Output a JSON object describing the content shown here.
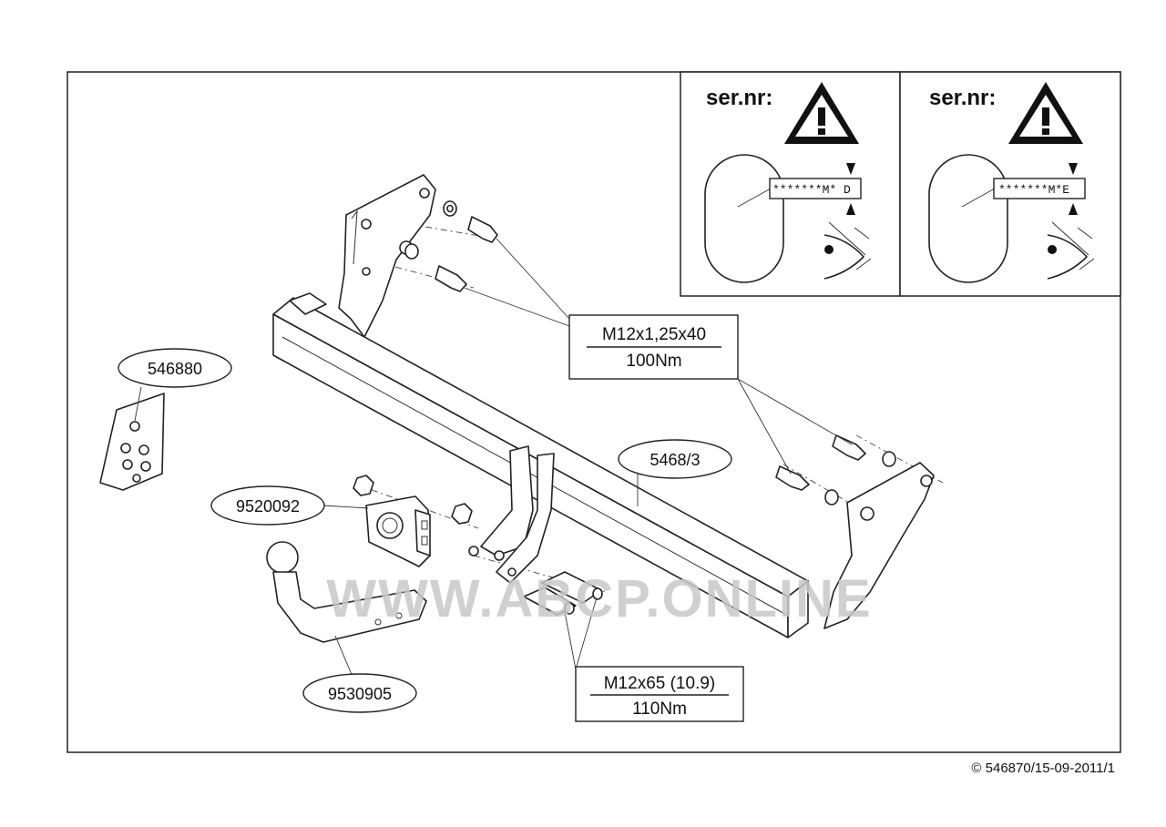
{
  "callouts": {
    "kit": "546880",
    "bracket": "9520092",
    "ball": "9530905",
    "bar": "5468/3"
  },
  "specs": {
    "upper": {
      "bolt": "M12x1,25x40",
      "torque": "100Nm"
    },
    "lower": {
      "bolt": "M12x65 (10.9)",
      "torque": "110Nm"
    }
  },
  "serial_panels": [
    {
      "title": "ser.nr:",
      "code": "*******M* D"
    },
    {
      "title": "ser.nr:",
      "code": "*******M*E"
    }
  ],
  "watermark": "WWW.ABCP.ONLINE",
  "footer": "© 546870/15-09-2011/1"
}
